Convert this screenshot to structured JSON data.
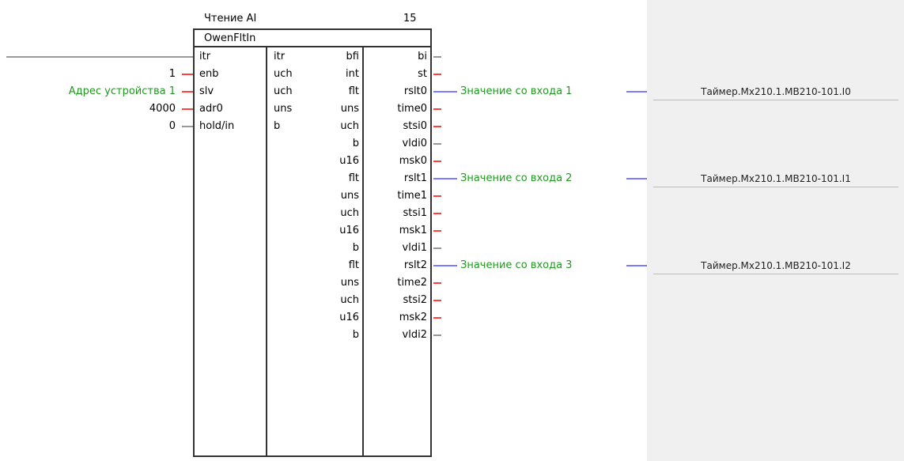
{
  "block": {
    "title": "Чтение AI",
    "order": "15",
    "type": "OwenFltIn"
  },
  "inputs": [
    {
      "name": "itr",
      "type": "itr",
      "value": "",
      "wire": "gray"
    },
    {
      "name": "enb",
      "type": "uch",
      "value": "1",
      "wire": "red"
    },
    {
      "name": "slv",
      "type": "uch",
      "value": "Адрес устройства 1",
      "wire": "red",
      "highlight": "green"
    },
    {
      "name": "adr0",
      "type": "uns",
      "value": "4000",
      "wire": "red"
    },
    {
      "name": "hold/in",
      "type": "b",
      "value": "0",
      "wire": "gray"
    }
  ],
  "outputs": [
    {
      "name": "bi",
      "type": "bfi",
      "wire": "gray"
    },
    {
      "name": "st",
      "type": "int",
      "wire": "red"
    },
    {
      "name": "rslt0",
      "type": "flt",
      "wire": "blue",
      "link": "Значение со входа 1",
      "target": "Таймер.Мх210.1.МВ210-101.I0"
    },
    {
      "name": "time0",
      "type": "uns",
      "wire": "red"
    },
    {
      "name": "stsi0",
      "type": "uch",
      "wire": "red"
    },
    {
      "name": "vldi0",
      "type": "b",
      "wire": "gray"
    },
    {
      "name": "msk0",
      "type": "u16",
      "wire": "red"
    },
    {
      "name": "rslt1",
      "type": "flt",
      "wire": "blue",
      "link": "Значение со входа 2",
      "target": "Таймер.Мх210.1.МВ210-101.I1"
    },
    {
      "name": "time1",
      "type": "uns",
      "wire": "red"
    },
    {
      "name": "stsi1",
      "type": "uch",
      "wire": "red"
    },
    {
      "name": "msk1",
      "type": "u16",
      "wire": "red"
    },
    {
      "name": "vldi1",
      "type": "b",
      "wire": "gray"
    },
    {
      "name": "rslt2",
      "type": "flt",
      "wire": "blue",
      "link": "Значение со входа 3",
      "target": "Таймер.Мх210.1.МВ210-101.I2"
    },
    {
      "name": "time2",
      "type": "uns",
      "wire": "red"
    },
    {
      "name": "stsi2",
      "type": "uch",
      "wire": "red"
    },
    {
      "name": "msk2",
      "type": "u16",
      "wire": "red"
    },
    {
      "name": "vldi2",
      "type": "b",
      "wire": "gray"
    }
  ],
  "colors": {
    "wire_red": "#ff4040",
    "wire_gray": "#999999",
    "wire_blue": "#7b7bff",
    "text_green": "#1f9a1f"
  }
}
